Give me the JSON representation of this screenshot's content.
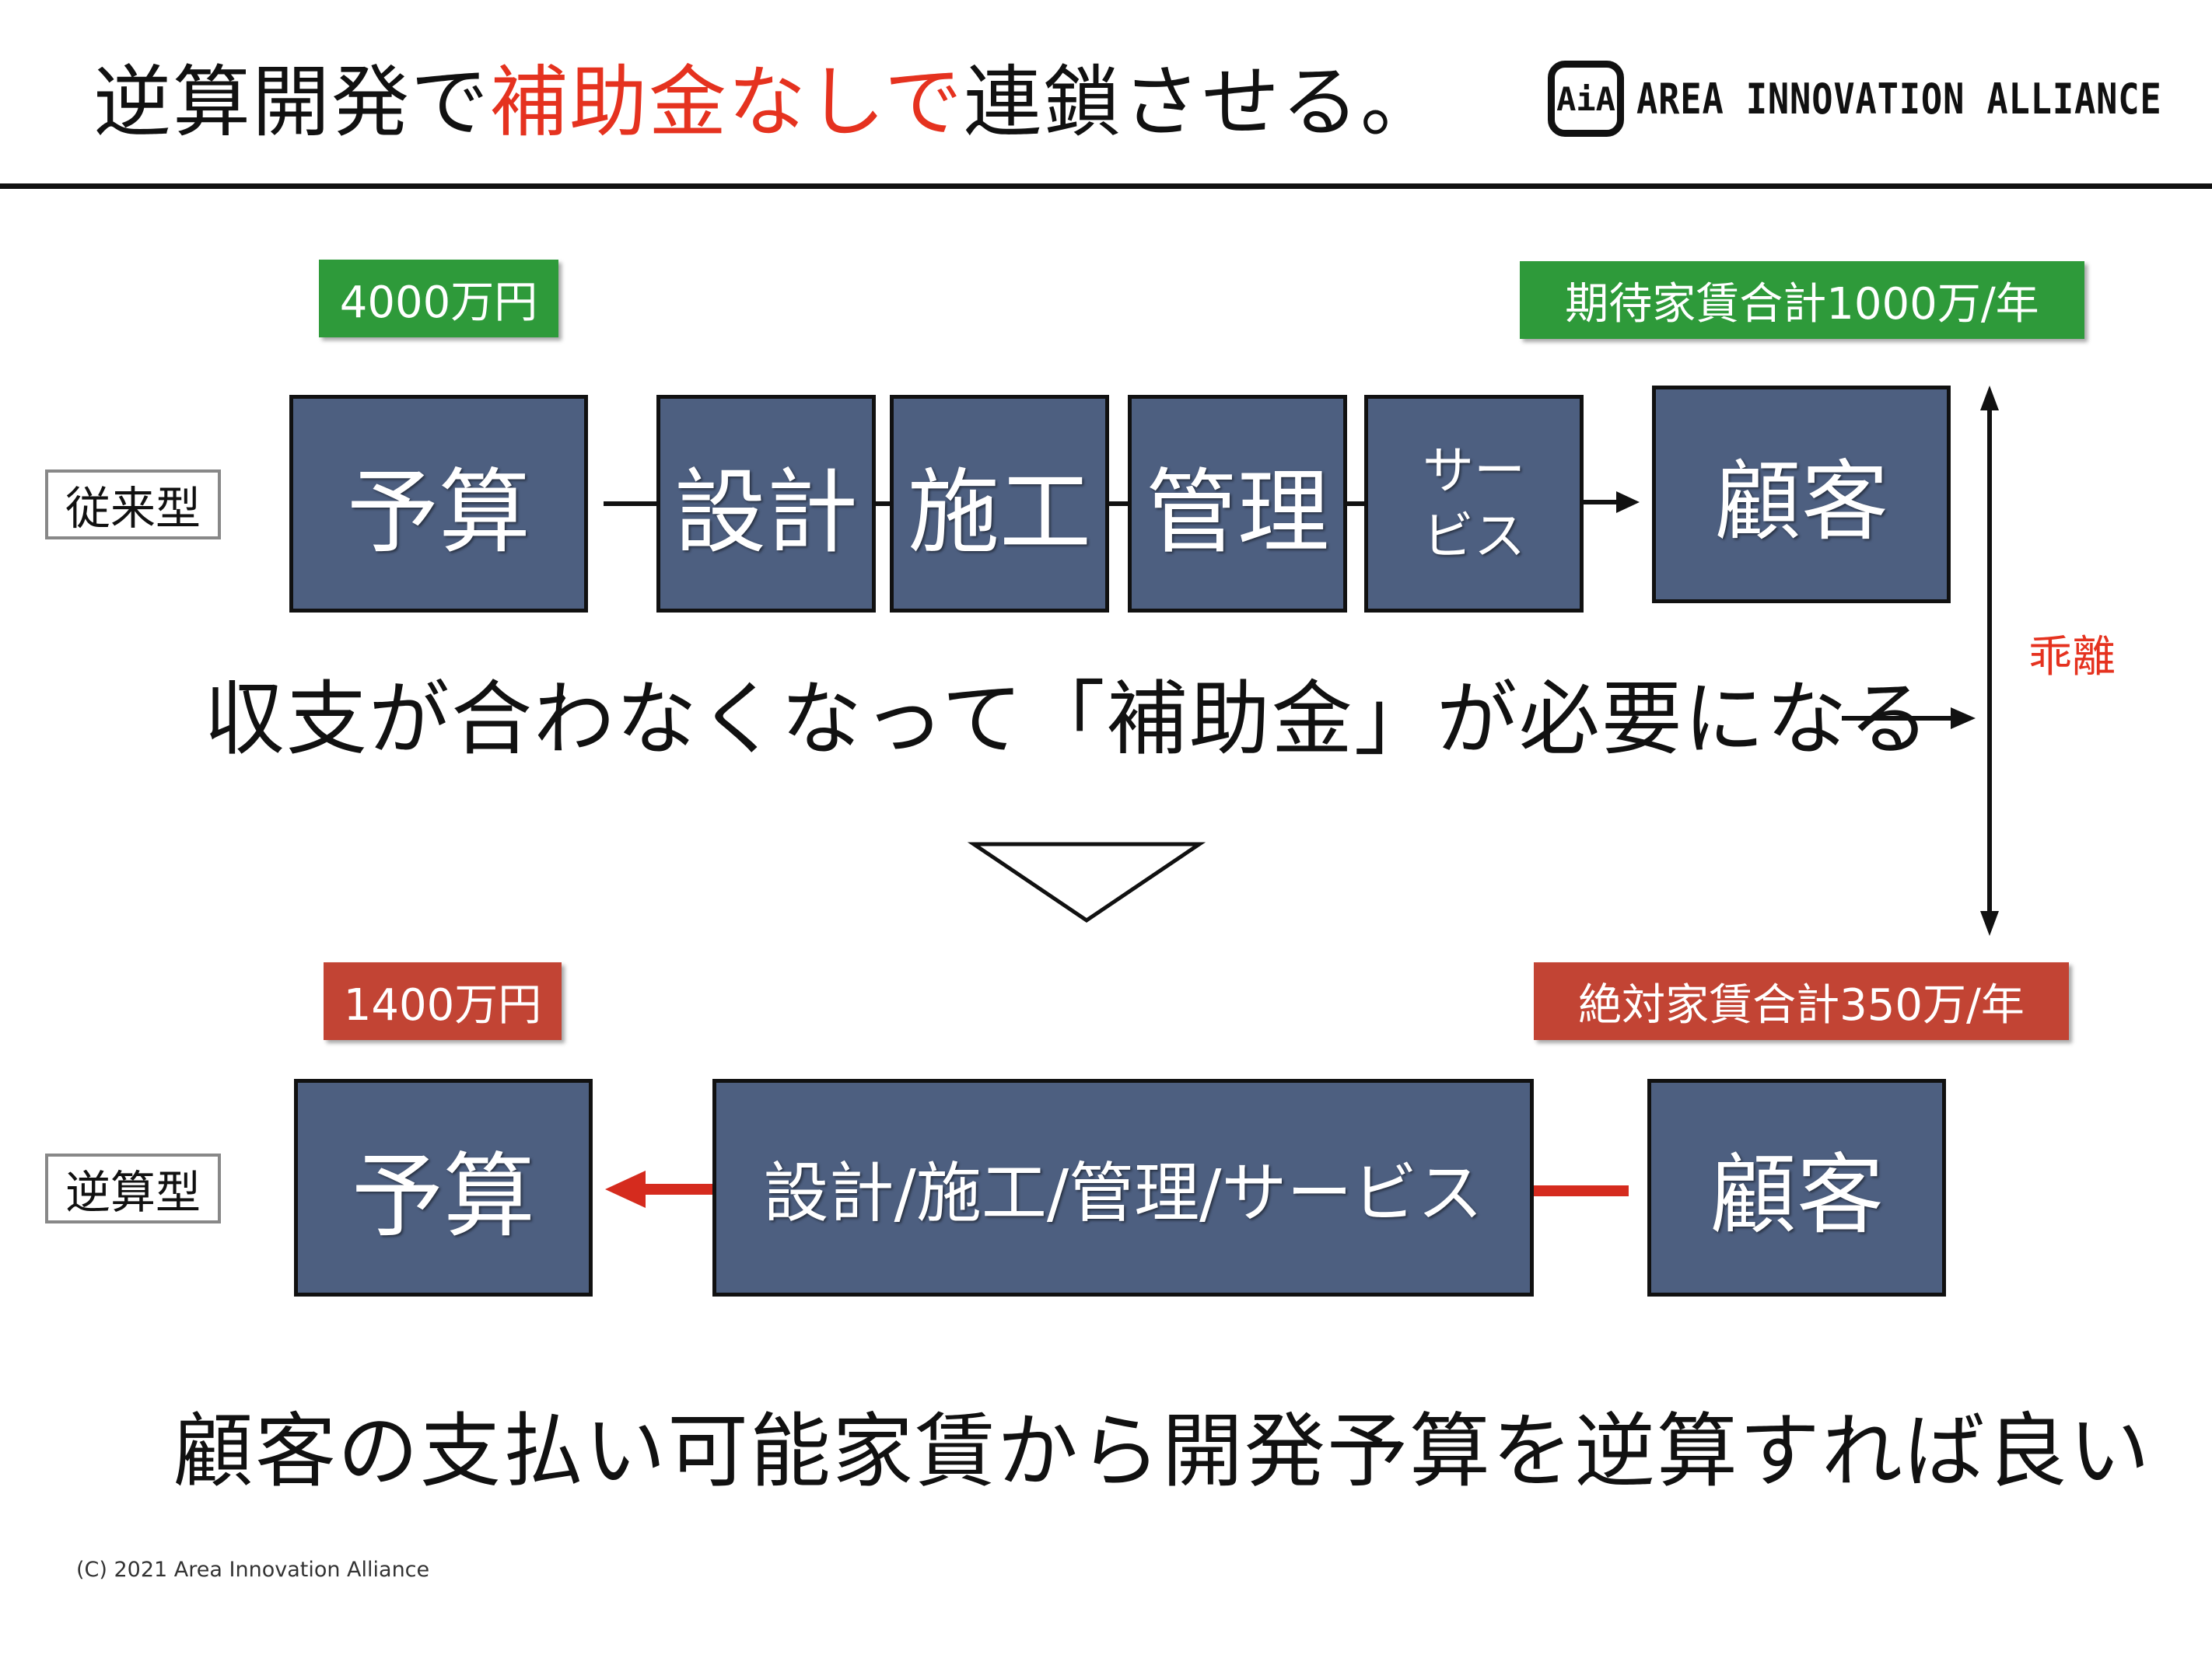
{
  "title": {
    "part1": "逆算開発で",
    "highlight": "補助金なしで",
    "part2": "連鎖させる。",
    "highlight_color": "#e5321f"
  },
  "logo": {
    "mark": "AiA",
    "text": "AREA INNOVATION ALLIANCE"
  },
  "top_flow": {
    "row_label": "従来型",
    "budget_tag": "4000万円",
    "rent_tag": "期待家賃合計1000万/年",
    "tag_color": "#2e9a3a",
    "boxes": [
      "予算",
      "設計",
      "施工",
      "管理",
      "サービス",
      "顧客"
    ],
    "box_color": "#4d5f80"
  },
  "middle_text": "収支が合わなくなって「補助金」が必要になる",
  "gap_label": "乖離",
  "bottom_flow": {
    "row_label": "逆算型",
    "budget_tag": "1400万円",
    "rent_tag": "絶対家賃合計350万/年",
    "tag_color": "#c24434",
    "boxes": [
      "予算",
      "設計/施工/管理/サービス",
      "顧客"
    ],
    "arrow_color": "#d52b1e"
  },
  "conclusion": "顧客の支払い可能家賃から開発予算を逆算すれば良い",
  "copyright": "(C) 2021 Area Innovation Alliance"
}
